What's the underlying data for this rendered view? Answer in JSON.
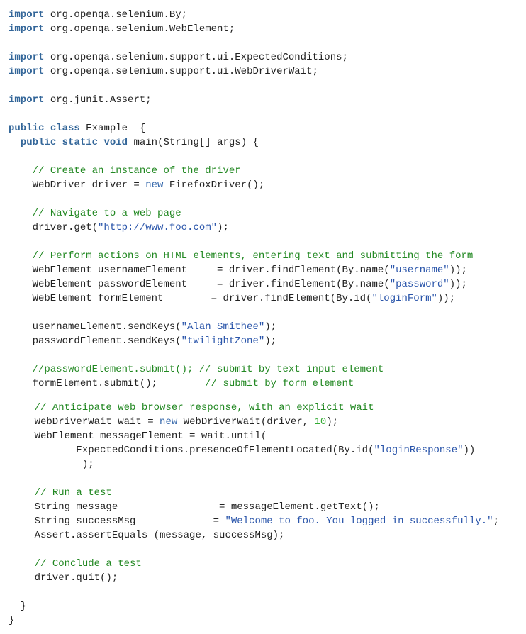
{
  "colors": {
    "keyword": "#336699",
    "string": "#2a55aa",
    "comment": "#228822",
    "number": "#33aa33",
    "text": "#222222"
  },
  "lines": [
    {
      "tokens": [
        [
          "kw",
          "import"
        ],
        [
          "t",
          " org.openqa.selenium.By;"
        ]
      ]
    },
    {
      "tokens": [
        [
          "kw",
          "import"
        ],
        [
          "t",
          " org.openqa.selenium.WebElement;"
        ]
      ]
    },
    {
      "tokens": []
    },
    {
      "tokens": [
        [
          "kw",
          "import"
        ],
        [
          "t",
          " org.openqa.selenium.support.ui.ExpectedConditions;"
        ]
      ]
    },
    {
      "tokens": [
        [
          "kw",
          "import"
        ],
        [
          "t",
          " org.openqa.selenium.support.ui.WebDriverWait;"
        ]
      ]
    },
    {
      "tokens": []
    },
    {
      "tokens": [
        [
          "kw",
          "import"
        ],
        [
          "t",
          " org.junit.Assert;"
        ]
      ]
    },
    {
      "tokens": []
    },
    {
      "tokens": [
        [
          "kw",
          "public"
        ],
        [
          "t",
          " "
        ],
        [
          "kw",
          "class"
        ],
        [
          "t",
          " Example  {"
        ]
      ]
    },
    {
      "tokens": [
        [
          "t",
          "  "
        ],
        [
          "kw",
          "public"
        ],
        [
          "t",
          " "
        ],
        [
          "kw",
          "static"
        ],
        [
          "t",
          " "
        ],
        [
          "kw",
          "void"
        ],
        [
          "t",
          " main(String[] args) {"
        ]
      ]
    },
    {
      "tokens": []
    },
    {
      "tokens": [
        [
          "t",
          "    "
        ],
        [
          "com",
          "// Create an instance of the driver"
        ]
      ]
    },
    {
      "tokens": [
        [
          "t",
          "    WebDriver driver = "
        ],
        [
          "kwn",
          "new"
        ],
        [
          "t",
          " FirefoxDriver();"
        ]
      ]
    },
    {
      "tokens": []
    },
    {
      "tokens": [
        [
          "t",
          "    "
        ],
        [
          "com",
          "// Navigate to a web page"
        ]
      ]
    },
    {
      "tokens": [
        [
          "t",
          "    driver.get("
        ],
        [
          "str",
          "\"http://www.foo.com\""
        ],
        [
          "t",
          ");"
        ]
      ]
    },
    {
      "tokens": []
    },
    {
      "tokens": [
        [
          "t",
          "    "
        ],
        [
          "com",
          "// Perform actions on HTML elements, entering text and submitting the form"
        ]
      ]
    },
    {
      "tokens": [
        [
          "t",
          "    WebElement usernameElement     = driver.findElement(By.name("
        ],
        [
          "str",
          "\"username\""
        ],
        [
          "t",
          "));"
        ]
      ]
    },
    {
      "tokens": [
        [
          "t",
          "    WebElement passwordElement     = driver.findElement(By.name("
        ],
        [
          "str",
          "\"password\""
        ],
        [
          "t",
          "));"
        ]
      ]
    },
    {
      "tokens": [
        [
          "t",
          "    WebElement formElement        = driver.findElement(By.id("
        ],
        [
          "str",
          "\"loginForm\""
        ],
        [
          "t",
          "));"
        ]
      ]
    },
    {
      "tokens": []
    },
    {
      "tokens": [
        [
          "t",
          "    usernameElement.sendKeys("
        ],
        [
          "str",
          "\"Alan Smithee\""
        ],
        [
          "t",
          ");"
        ]
      ]
    },
    {
      "tokens": [
        [
          "t",
          "    passwordElement.sendKeys("
        ],
        [
          "str",
          "\"twilightZone\""
        ],
        [
          "t",
          ");"
        ]
      ]
    },
    {
      "tokens": []
    },
    {
      "tokens": [
        [
          "t",
          "    "
        ],
        [
          "com",
          "//passwordElement.submit(); // submit by text input element"
        ]
      ]
    },
    {
      "tokens": [
        [
          "t",
          "    formElement.submit();        "
        ],
        [
          "com",
          "// submit by form element"
        ]
      ]
    },
    {
      "tokens": [
        [
          "t",
          "    "
        ],
        [
          "com",
          "// Anticipate web browser response, with an explicit wait"
        ]
      ]
    },
    {
      "tokens": [
        [
          "t",
          "    WebDriverWait wait = "
        ],
        [
          "kwn",
          "new"
        ],
        [
          "t",
          " WebDriverWait(driver, "
        ],
        [
          "num",
          "10"
        ],
        [
          "t",
          ");"
        ]
      ]
    },
    {
      "tokens": [
        [
          "t",
          "    WebElement messageElement = wait.until("
        ]
      ]
    },
    {
      "tokens": [
        [
          "t",
          "           ExpectedConditions.presenceOfElementLocated(By.id("
        ],
        [
          "str",
          "\"loginResponse\""
        ],
        [
          "t",
          "))"
        ]
      ]
    },
    {
      "tokens": [
        [
          "t",
          "            );"
        ]
      ]
    },
    {
      "tokens": []
    },
    {
      "tokens": [
        [
          "t",
          "    "
        ],
        [
          "com",
          "// Run a test"
        ]
      ]
    },
    {
      "tokens": [
        [
          "t",
          "    String message                 = messageElement.getText();"
        ]
      ]
    },
    {
      "tokens": [
        [
          "t",
          "    String successMsg             = "
        ],
        [
          "str",
          "\"Welcome to foo. You logged in successfully.\""
        ],
        [
          "t",
          ";"
        ]
      ]
    },
    {
      "tokens": [
        [
          "t",
          "    Assert.assertEquals (message, successMsg);"
        ]
      ]
    },
    {
      "tokens": []
    },
    {
      "tokens": [
        [
          "t",
          "    "
        ],
        [
          "com",
          "// Conclude a test"
        ]
      ]
    },
    {
      "tokens": [
        [
          "t",
          "    driver.quit();"
        ]
      ]
    },
    {
      "tokens": []
    },
    {
      "tokens": [
        [
          "t",
          "  }"
        ]
      ]
    },
    {
      "tokens": [
        [
          "t",
          "}"
        ]
      ]
    }
  ]
}
